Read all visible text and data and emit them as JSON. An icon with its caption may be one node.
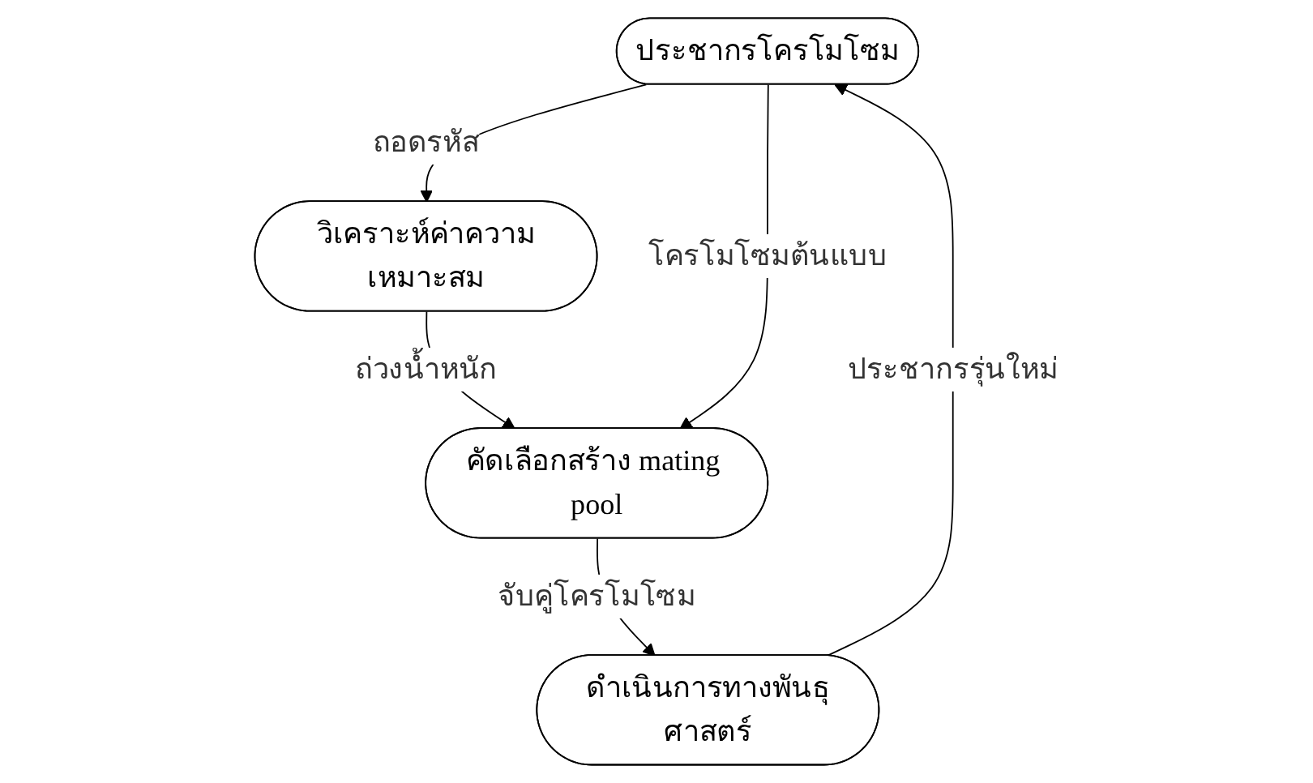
{
  "diagram": {
    "nodes": [
      {
        "text": [
          "ประชากรโครโมโซม"
        ]
      },
      {
        "text": [
          "วิเคราะห์ค่าความเหมาะสม"
        ]
      },
      {
        "text": [
          "คัดเลือกสร้าง mating pool"
        ]
      },
      {
        "text": [
          "ดำเนินการทางพันธุศาสตร์"
        ]
      }
    ],
    "edges": [
      {
        "from": 0,
        "to": 1,
        "arrow": "to",
        "label": "ถอดรหัส"
      },
      {
        "from": 1,
        "to": 2,
        "arrow": "to",
        "label": "ถ่วงน้ำหนัก"
      },
      {
        "from": 0,
        "to": 2,
        "arrow": "to",
        "label": "โครโมโซมต้นแบบ"
      },
      {
        "from": 2,
        "to": 3,
        "arrow": "to",
        "label": "จับคู่โครโมโซม"
      },
      {
        "from": 3,
        "to": 0,
        "arrow": "to",
        "label": "ประชากรรุ่นใหม่"
      }
    ]
  }
}
